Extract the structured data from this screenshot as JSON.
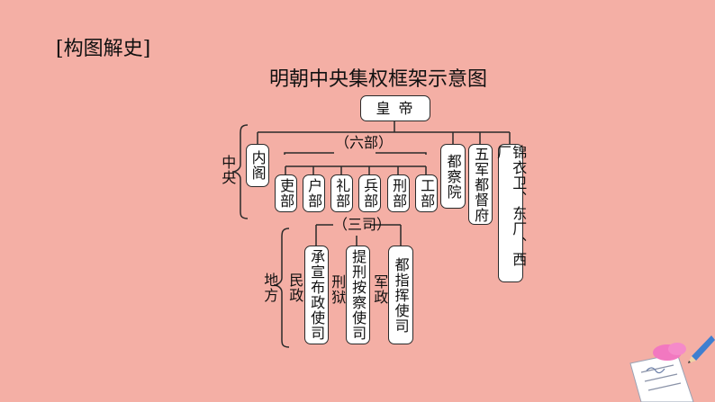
{
  "section_tag": "[构图解史]",
  "title": "明朝中央集权框架示意图",
  "root": "皇 帝",
  "labels": {
    "central": "中央",
    "local": "地方",
    "six_ministries": "（六部）",
    "three_si": "（三司）"
  },
  "central": {
    "neige": "内阁",
    "ministries": [
      "吏部",
      "户部",
      "礼部",
      "兵部",
      "刑部",
      "工部"
    ],
    "duchayuan": "都察院",
    "wujun": "五军都督府",
    "jinyiwei": "锦衣卫、东厂、西厂"
  },
  "local": {
    "groups": [
      {
        "category": "民政",
        "office": "承宣布政使司"
      },
      {
        "category": "刑狱",
        "office": "提刑按察使司"
      },
      {
        "category": "军政",
        "office": "都指挥使司"
      }
    ]
  },
  "colors": {
    "background": "#F4AFA5",
    "box_fill": "#FFFFFF",
    "line": "#2A2A2A"
  }
}
